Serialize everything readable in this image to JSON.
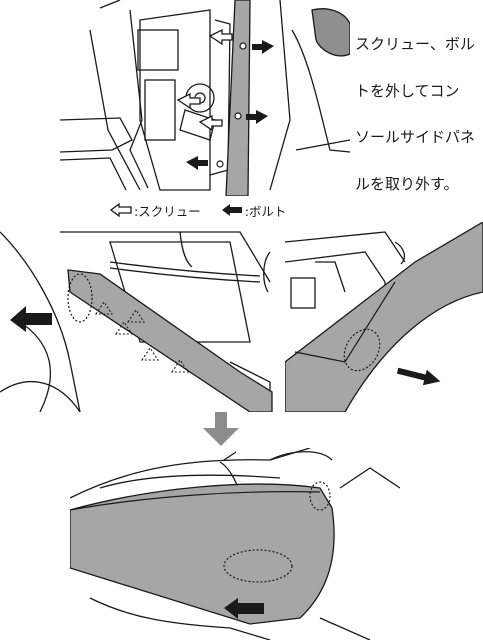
{
  "instruction": {
    "lines": [
      "スクリュー、ボル",
      "トを外してコン",
      "ソールサイドパネ",
      "ルを取り外す。"
    ]
  },
  "legend": {
    "screw_label": ":スクリュー",
    "bolt_label": ":ボルト"
  },
  "colors": {
    "panel_gray": "#a6a6a6",
    "line": "#1a1a1a",
    "arrow": "#1a1a1a",
    "step_arrow": "#8c8c8c"
  },
  "icons": {
    "screw": "hollow-arrow-icon",
    "bolt": "solid-arrow-icon",
    "step": "down-arrow-icon"
  }
}
